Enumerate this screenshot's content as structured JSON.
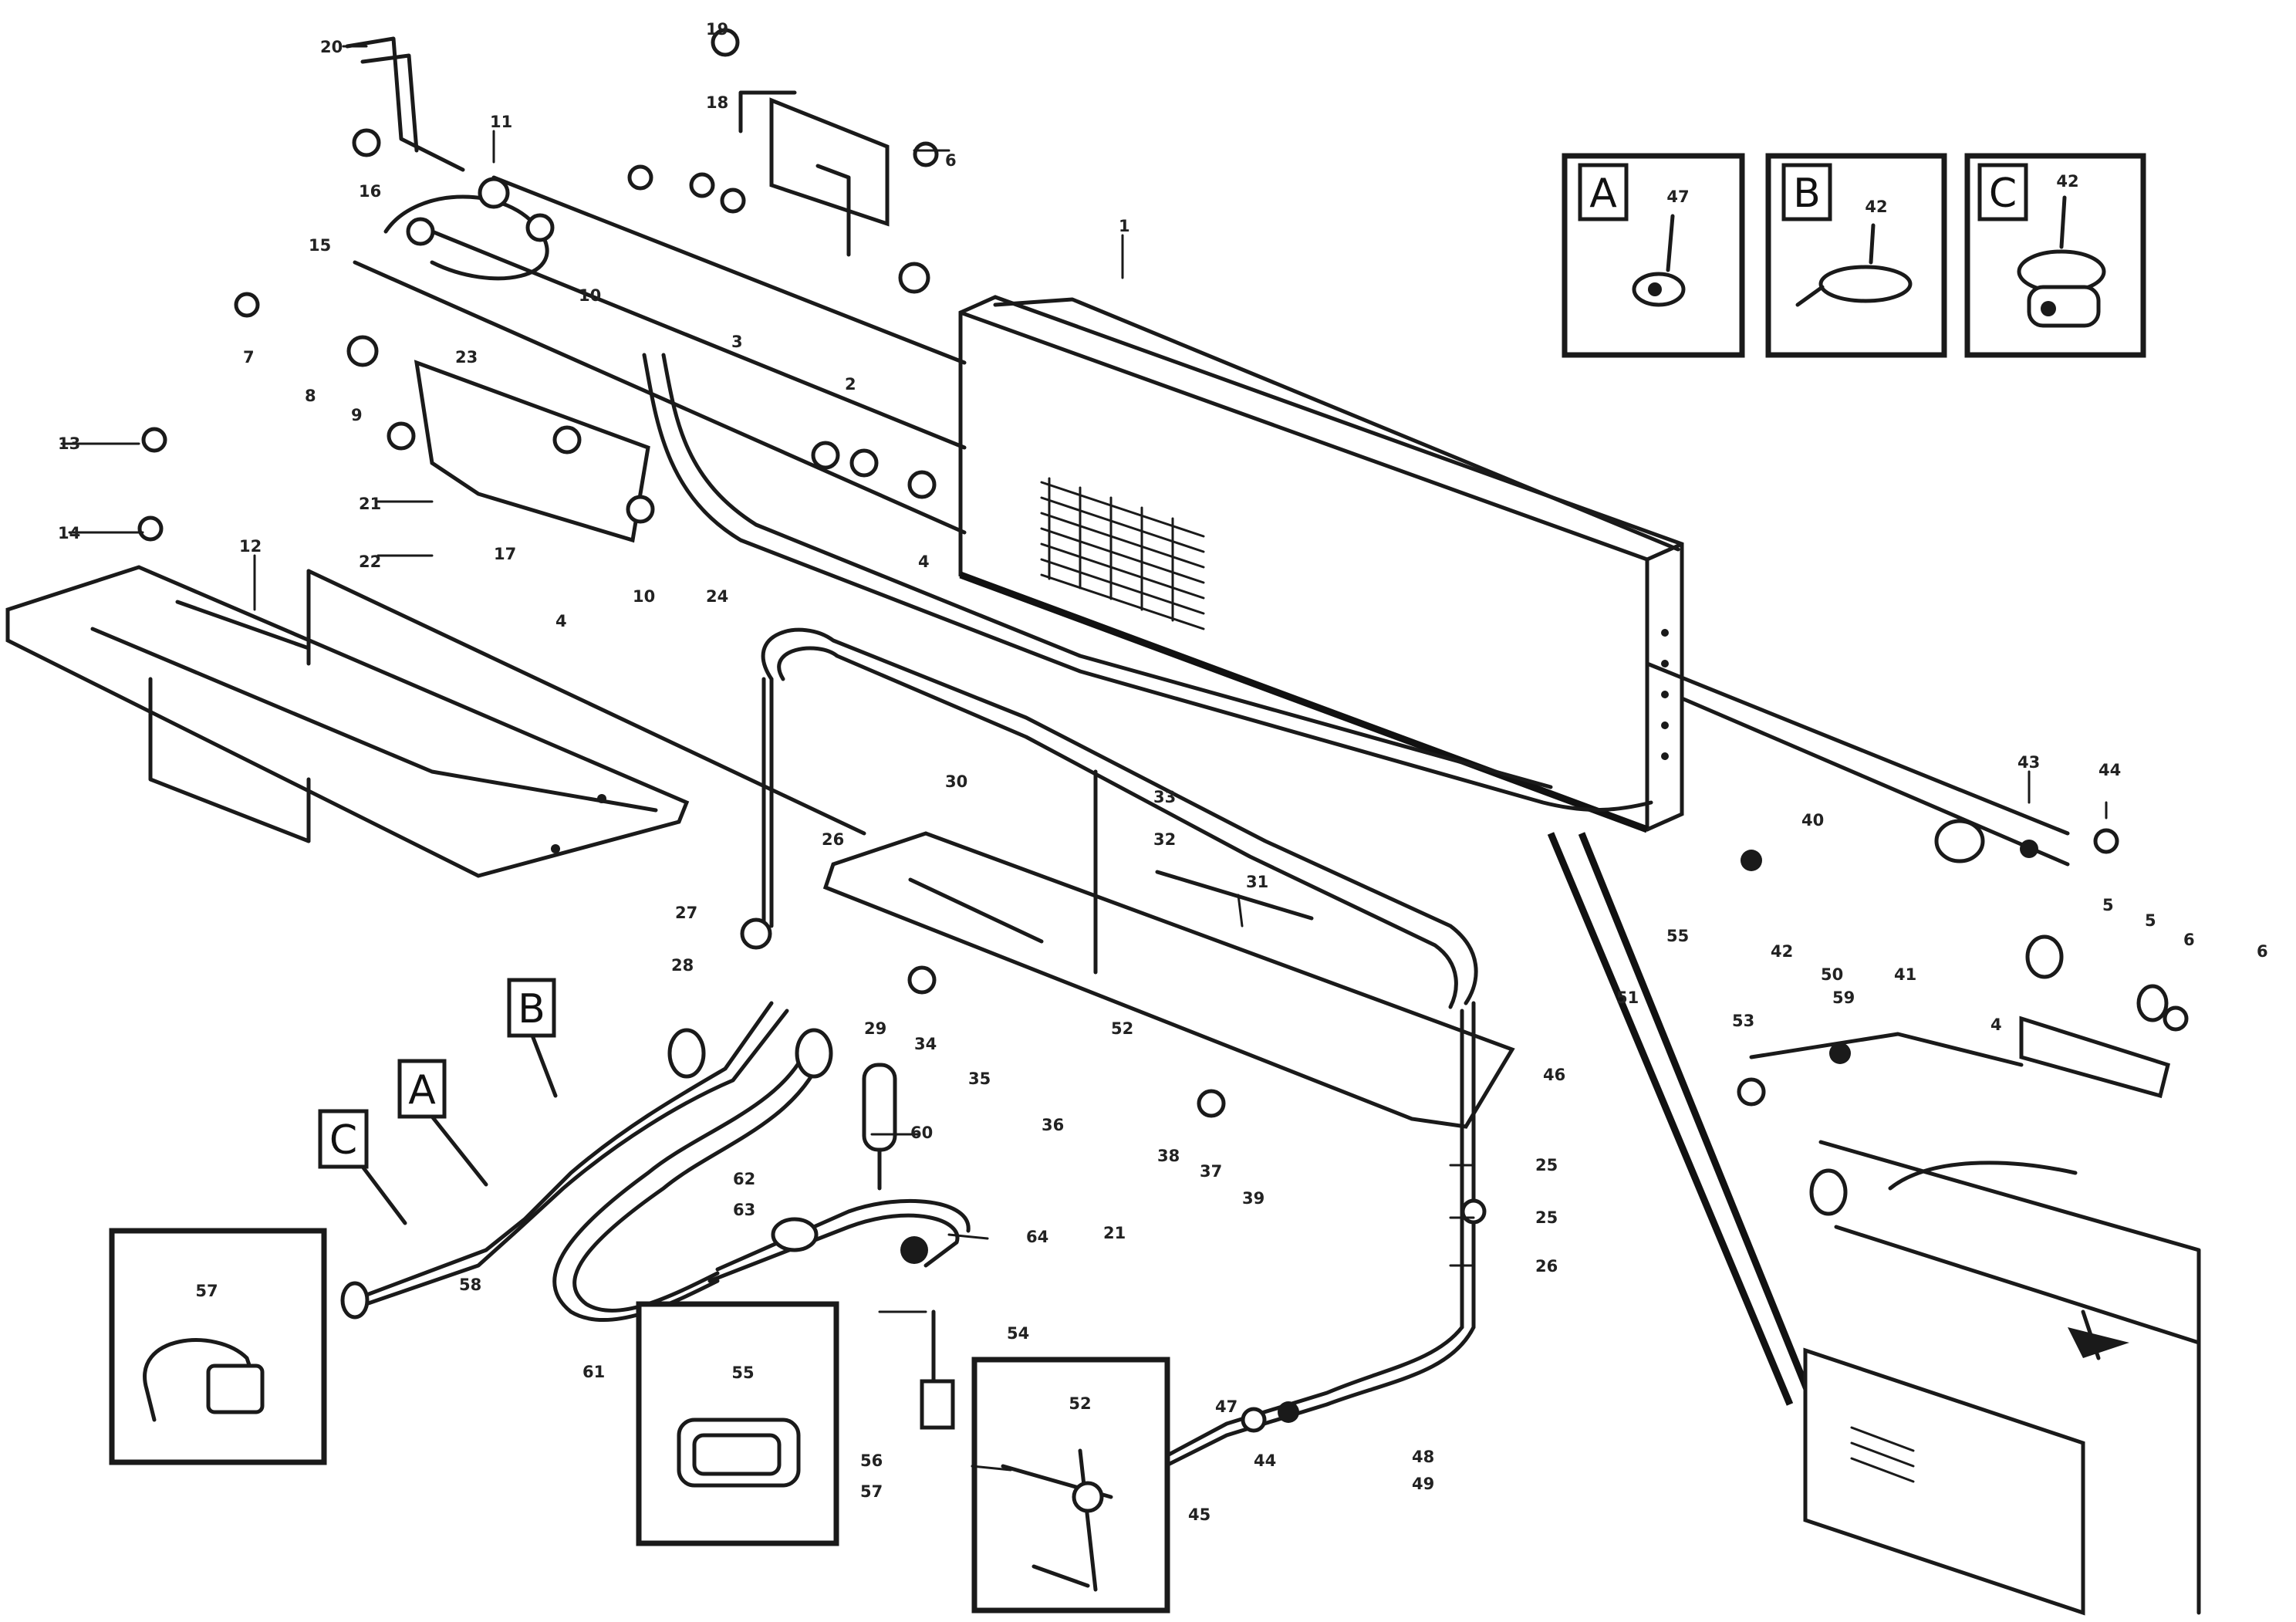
{
  "legend_boxes": [
    {
      "letter": "A",
      "part": "47"
    },
    {
      "letter": "B",
      "part": "42"
    },
    {
      "letter": "C",
      "part": "42"
    }
  ],
  "callout_letters": {
    "a": "A",
    "b": "B",
    "c": "C"
  },
  "detail_numbers": {
    "box_left": "57",
    "box_middle": "55",
    "box_right": "52"
  },
  "labels": {
    "l1": "1",
    "l2": "2",
    "l3": "3",
    "l4": "4",
    "l5": "5",
    "l6": "6",
    "l7": "7",
    "l8": "8",
    "l9": "9",
    "l10": "10",
    "l11": "11",
    "l12": "12",
    "l13": "13",
    "l14": "14",
    "l15": "15",
    "l16": "16",
    "l17": "17",
    "l18": "18",
    "l19": "19",
    "l20": "20",
    "l21": "21",
    "l22": "22",
    "l23": "23",
    "l24": "24",
    "l25": "25",
    "l26": "26",
    "l27": "27",
    "l28": "28",
    "l29": "29",
    "l30": "30",
    "l31": "31",
    "l32": "32",
    "l33": "33",
    "l34": "34",
    "l35": "35",
    "l36": "36",
    "l37": "37",
    "l38": "38",
    "l39": "39",
    "l40": "40",
    "l41": "41",
    "l42": "42",
    "l43": "43",
    "l44": "44",
    "l45": "45",
    "l46": "46",
    "l47": "47",
    "l48": "48",
    "l49": "49",
    "l50": "50",
    "l51": "51",
    "l52": "52",
    "l53": "53",
    "l54": "54",
    "l55": "55",
    "l56": "56",
    "l57": "57",
    "l58": "58",
    "l59": "59",
    "l60": "60",
    "l61": "61",
    "l62": "62",
    "l63": "63",
    "l64": "64"
  },
  "footer": {
    "line1": "",
    "line2": "",
    "ref": ""
  }
}
